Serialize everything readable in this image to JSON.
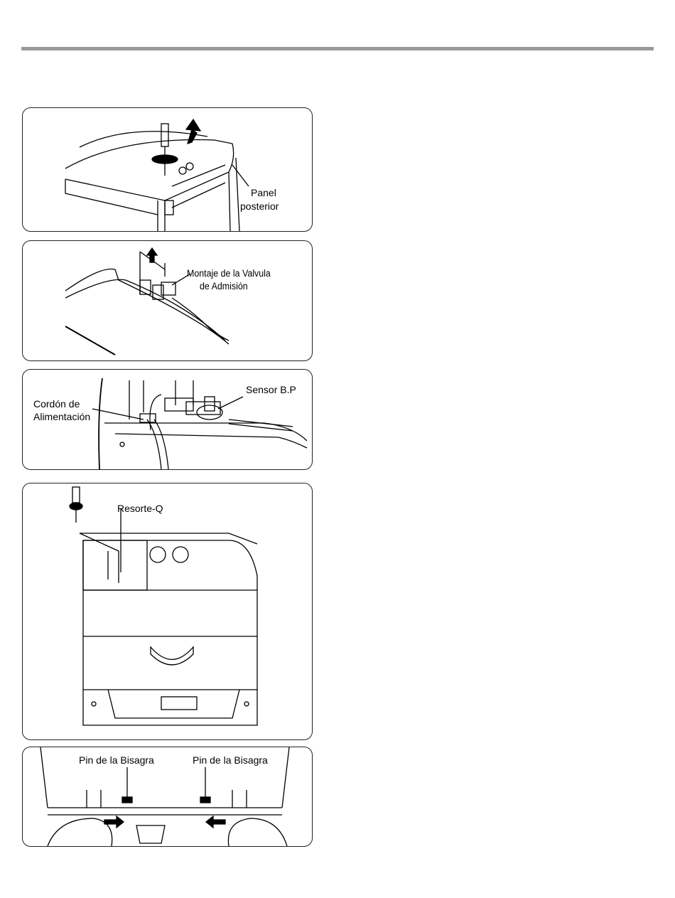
{
  "figures": [
    {
      "labels": [
        "Panel",
        "posterior"
      ]
    },
    {
      "labels": [
        "Montaje de la Valvula",
        "de Admisión"
      ]
    },
    {
      "labels": [
        "Sensor B.P",
        "Cordón de",
        "Alimentación"
      ]
    },
    {
      "labels": [
        "Resorte-Q"
      ]
    },
    {
      "labels": [
        "Pin de la Bisagra",
        "Pin de la Bisagra"
      ]
    }
  ]
}
